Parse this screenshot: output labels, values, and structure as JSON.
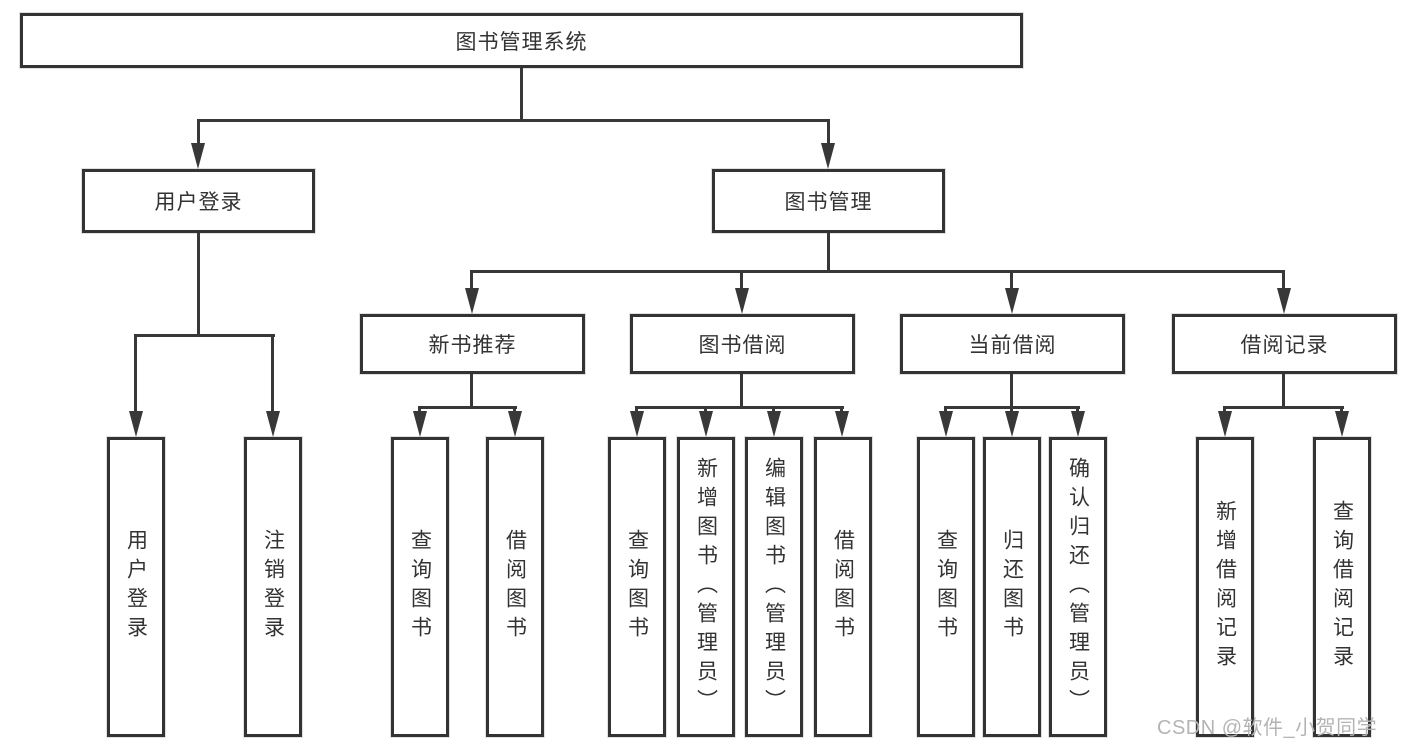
{
  "diagram": {
    "root": "图书管理系统",
    "login": {
      "label": "用户登录",
      "children": [
        "用户登录",
        "注销登录"
      ]
    },
    "management": {
      "label": "图书管理",
      "sections": [
        {
          "label": "新书推荐",
          "children": [
            "查询图书",
            "借阅图书"
          ]
        },
        {
          "label": "图书借阅",
          "children": [
            "查询图书",
            "新增图书（管理员）",
            "编辑图书（管理员）",
            "借阅图书"
          ]
        },
        {
          "label": "当前借阅",
          "children": [
            "查询图书",
            "归还图书",
            "确认归还（管理员）"
          ]
        },
        {
          "label": "借阅记录",
          "children": [
            "新增借阅记录",
            "查询借阅记录"
          ]
        }
      ]
    }
  },
  "watermark": "CSDN @软件_小贺同学",
  "colors": {
    "line": "#383838",
    "border": "#333333",
    "text": "#333333",
    "box_fill": "#ffffff",
    "watermark": "#b4b4b4"
  }
}
